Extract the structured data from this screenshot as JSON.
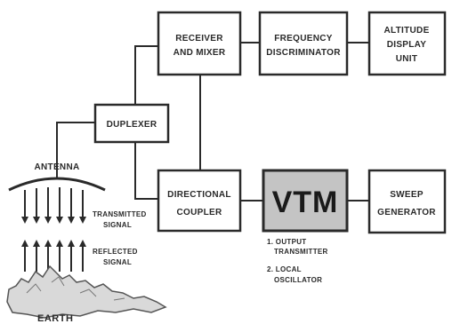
{
  "blocks": {
    "receiver_mixer": {
      "line1": "RECEIVER",
      "line2": "AND MIXER"
    },
    "frequency_discriminator": {
      "line1": "FREQUENCY",
      "line2": "DISCRIMINATOR"
    },
    "altitude_display": {
      "line1": "ALTITUDE",
      "line2": "DISPLAY",
      "line3": "UNIT"
    },
    "duplexer": {
      "label": "DUPLEXER"
    },
    "directional_coupler": {
      "line1": "DIRECTIONAL",
      "line2": "COUPLER"
    },
    "vtm": {
      "label": "VTM"
    },
    "sweep_generator": {
      "line1": "SWEEP",
      "line2": "GENERATOR"
    }
  },
  "labels": {
    "antenna": "ANTENNA",
    "transmitted_signal": {
      "line1": "TRANSMITTED",
      "line2": "SIGNAL"
    },
    "reflected_signal": {
      "line1": "REFLECTED",
      "line2": "SIGNAL"
    },
    "earth": "EARTH",
    "vtm_notes": {
      "item1_line1": "1. OUTPUT",
      "item1_line2": "TRANSMITTER",
      "item2_line1": "2. LOCAL",
      "item2_line2": "OSCILLATOR"
    }
  },
  "colors": {
    "line": "#2a2a2a",
    "vtm_fill": "#c4c4c4",
    "earth_fill": "#d9d9d9"
  }
}
